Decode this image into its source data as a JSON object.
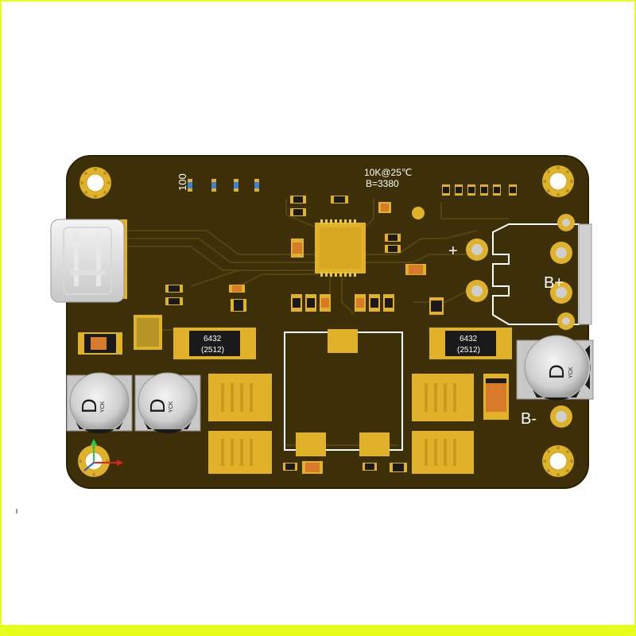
{
  "board": {
    "label_resistor_value": "100",
    "label_thermistor_r": "10K@25℃",
    "label_thermistor_b": "B=3380",
    "label_plus": "+",
    "label_battery_plus": "B+",
    "label_battery_minus": "B-",
    "resistor_left_code": "6432",
    "resistor_left_size": "(2512)",
    "resistor_right_code": "6432",
    "resistor_right_size": "(2512)",
    "cap_brand_mark": "D",
    "cap_brand_name": "YCK"
  },
  "colors": {
    "pcb": "#3d3008",
    "pcb_edge": "#2a2105",
    "gold": "#e0b22a",
    "silk": "#ffffff"
  }
}
